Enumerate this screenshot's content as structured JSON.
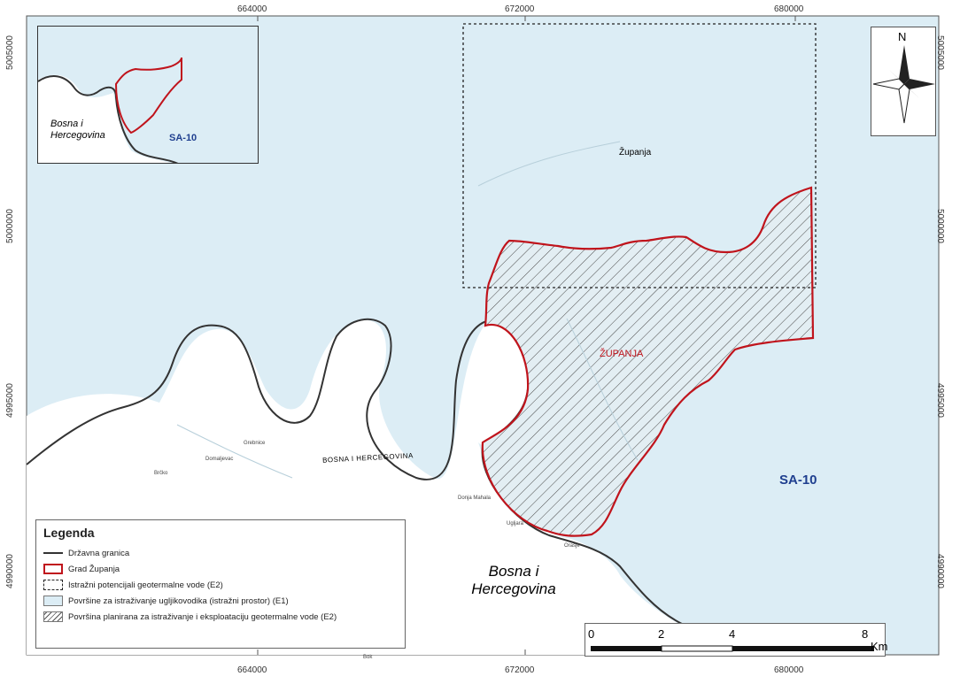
{
  "grid": {
    "x_ticks": [
      "664000",
      "672000",
      "680000"
    ],
    "y_ticks": [
      "5005000",
      "5000000",
      "4995000",
      "4990000"
    ]
  },
  "inset": {
    "country_label": "Bosna i Hercegovina",
    "region_label": "SA-10"
  },
  "compass": {
    "north_label": "N"
  },
  "places": {
    "zupanja_town": "Županja",
    "zupanja_city": "ŽUPANJA",
    "sa10": "SA-10",
    "bih_river": "BOSNA I HERCEGOVINA",
    "bih_main_line1": "Bosna i",
    "bih_main_line2": "Hercegovina",
    "brcko": "Brčko",
    "domaljevac": "Domaljevac",
    "grebnice": "Grebnice",
    "donja_mahala": "Donja Mahala",
    "orasje": "Orašje",
    "ugljara": "Ugljara",
    "bok": "Bok"
  },
  "legend": {
    "title": "Legenda",
    "items": [
      "Državna granica",
      "Grad Županja",
      "Istražni potencijali geotermalne vode (E2)",
      "Površine za istraživanje ugljikovodika (istražni prostor) (E1)",
      "Površina planirana za istraživanje i eksploataciju geotermalne vode (E2)"
    ]
  },
  "scalebar": {
    "ticks": [
      "0",
      "2",
      "4",
      "8"
    ],
    "unit": "Km"
  },
  "colors": {
    "water_blue": "#dcedf5",
    "boundary_red": "#c0141c",
    "border_dark": "#333333",
    "label_blue": "#1f3f8f"
  }
}
